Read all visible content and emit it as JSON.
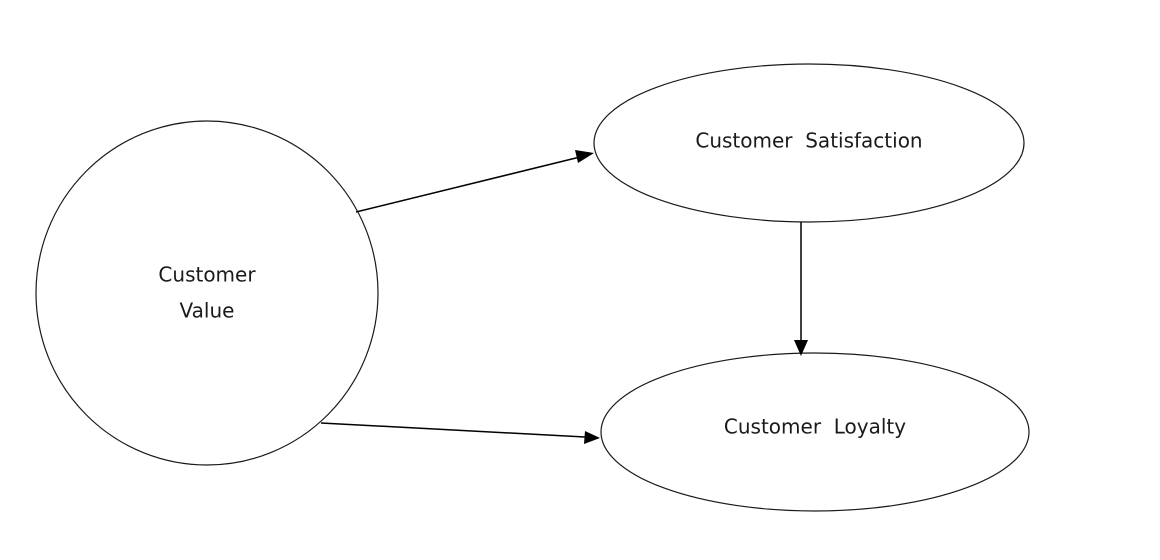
{
  "diagram": {
    "nodes": {
      "customer_value": {
        "shape": "circle",
        "label_line1": "Customer",
        "label_line2": "Value"
      },
      "customer_satisfaction": {
        "shape": "ellipse",
        "label": "Customer  Satisfaction"
      },
      "customer_loyalty": {
        "shape": "ellipse",
        "label": "Customer  Loyalty"
      }
    },
    "edges": [
      {
        "from": "customer_value",
        "to": "customer_satisfaction",
        "arrow": "end"
      },
      {
        "from": "customer_value",
        "to": "customer_loyalty",
        "arrow": "end"
      },
      {
        "from": "customer_satisfaction",
        "to": "customer_loyalty",
        "arrow": "end"
      }
    ],
    "colors": {
      "stroke": "#1a1a1a",
      "background": "#ffffff",
      "text": "#1a1a1a"
    }
  }
}
